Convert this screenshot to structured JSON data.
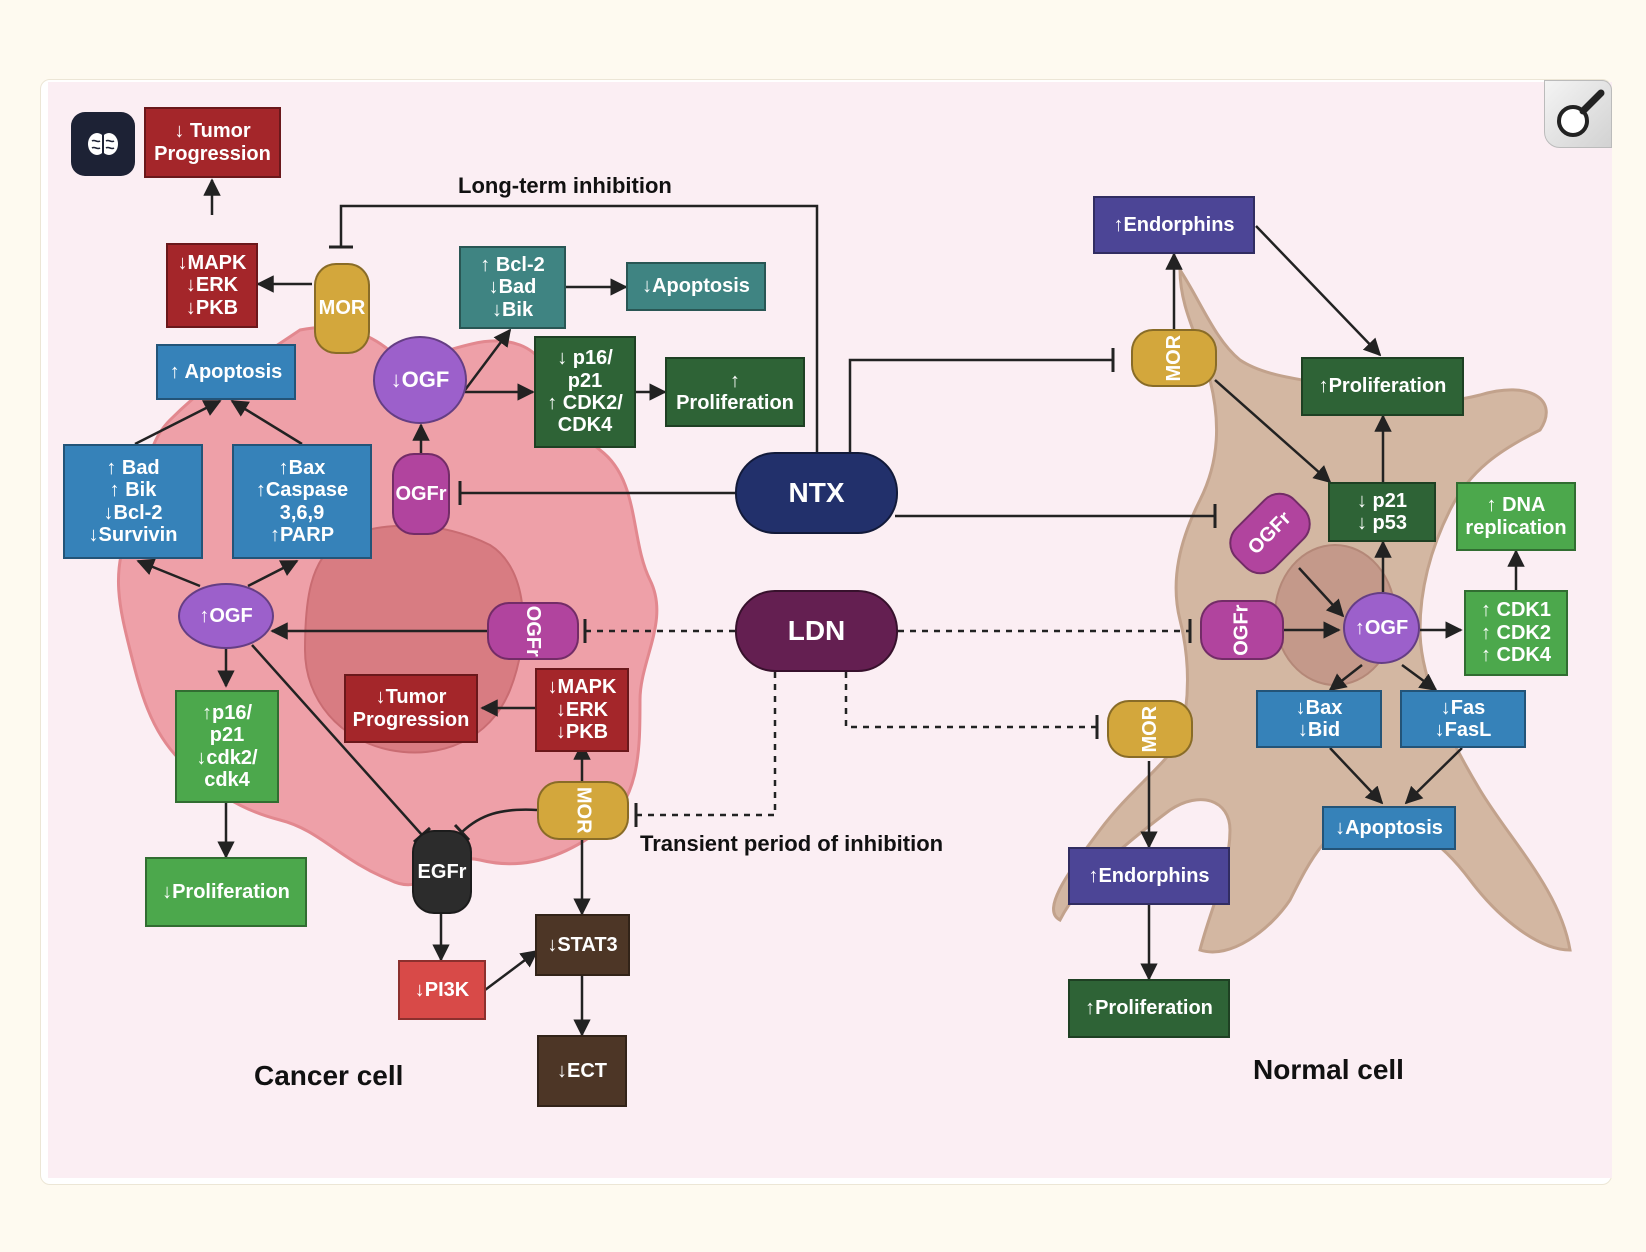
{
  "labels": {
    "long_term": "Long-term inhibition",
    "transient": "Transient period of inhibition",
    "cancer_cell": "Cancer cell",
    "normal_cell": "Normal cell"
  },
  "drugs": {
    "ntx": "NTX",
    "ldn": "LDN"
  },
  "cancer": {
    "tumor_progression_top": "↓ Tumor\nProgression",
    "mapk_top": "↓MAPK\n↓ERK\n↓PKB",
    "mor_top": "MOR",
    "apoptosis_up": "↑ Apoptosis",
    "ogf_down": "↓OGF",
    "bcl2_box": "↑ Bcl-2\n↓Bad\n↓Bik",
    "apoptosis_down": "↓Apoptosis",
    "p16_down": "↓ p16/\np21\n↑ CDK2/\nCDK4",
    "proliferation_up": "↑\nProliferation",
    "ogfr_top": "OGFr",
    "bad_box": "↑ Bad\n↑  Bik\n↓Bcl-2\n↓Survivin",
    "bax_box": "↑Bax\n↑Caspase\n3,6,9\n↑PARP",
    "ogf_up": "↑OGF",
    "ogfr_mid": "OGFr",
    "tumor_progression_mid": "↓Tumor\nProgression",
    "mapk_mid": "↓MAPK\n↓ERK\n↓PKB",
    "p16_up": "↑p16/\np21\n↓cdk2/\ncdk4",
    "mor_mid": "MOR",
    "egfr": "EGFr",
    "proliferation_down": "↓Proliferation",
    "stat3": "↓STAT3",
    "pi3k": "↓PI3K",
    "ect": "↓ECT"
  },
  "normal": {
    "endorphins_top": "↑Endorphins",
    "mor_top": "MOR",
    "proliferation_top": "↑Proliferation",
    "p21_box": "↓ p21\n↓ p53",
    "dna_box": "↑ DNA\nreplication",
    "ogfr_diag": "OGFr",
    "ogfr": "OGFr",
    "ogf": "↑OGF",
    "cdk_box": "↑ CDK1\n↑ CDK2\n↑ CDK4",
    "bax_box": "↓Bax\n↓Bid",
    "fas_box": "↓Fas\n↓FasL",
    "apoptosis": "↓Apoptosis",
    "mor_bottom": "MOR",
    "endorphins_bottom": "↑Endorphins",
    "proliferation_bottom": "↑Proliferation"
  },
  "icons": {
    "app": "brain-icon",
    "zoom": "magnifier-icon"
  },
  "colors": {
    "background": "#fbeef3",
    "cancer_cell": "#eea0a8",
    "cancer_nucleus": "#d87c82",
    "normal_cell": "#d3b7a2",
    "normal_nucleus": "#c4998a",
    "ntx": "#22306b",
    "ldn": "#641f51"
  }
}
